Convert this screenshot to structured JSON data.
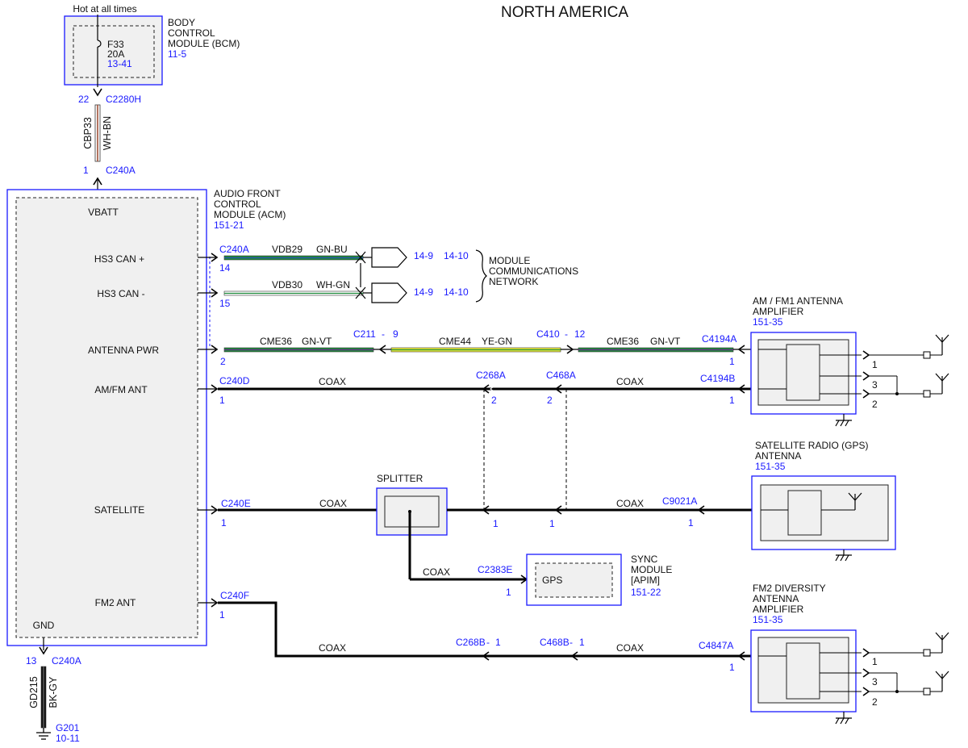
{
  "header": {
    "title": "NORTH AMERICA"
  },
  "bcm": {
    "supply": "Hot at all times",
    "name_lines": [
      "BODY",
      "CONTROL",
      "MODULE (BCM)"
    ],
    "ref": "11-5",
    "fuse": "F33",
    "fuse_rating": "20A",
    "fuse_ref": "13-41",
    "pin": "22",
    "connector": "C2280H"
  },
  "vbatt_wire": {
    "circuit": "CBP33",
    "color": "WH-BN",
    "pin": "1",
    "connector": "C240A"
  },
  "acm": {
    "name_lines": [
      "AUDIO FRONT",
      "CONTROL",
      "MODULE (ACM)"
    ],
    "ref": "151-21",
    "pins": {
      "vbatt": "VBATT",
      "hs3_can_plus": "HS3 CAN +",
      "hs3_can_minus": "HS3 CAN -",
      "antenna_pwr": "ANTENNA PWR",
      "am_fm_ant": "AM/FM ANT",
      "satellite": "SATELLITE",
      "fm2_ant": "FM2 ANT",
      "gnd": "GND"
    }
  },
  "can": {
    "connector": "C240A",
    "plus": {
      "pin": "14",
      "circuit": "VDB29",
      "color": "GN-BU",
      "ref1": "14-9",
      "ref2": "14-10"
    },
    "minus": {
      "pin": "15",
      "circuit": "VDB30",
      "color": "WH-GN",
      "ref1": "14-9",
      "ref2": "14-10"
    },
    "network_lines": [
      "MODULE",
      "COMMUNICATIONS",
      "NETWORK"
    ]
  },
  "antenna_pwr": {
    "pin": "2",
    "seg1_circuit": "CME36",
    "seg1_color": "GN-VT",
    "splice1": "C211",
    "splice1_pin": "9",
    "seg2_circuit": "CME44",
    "seg2_color": "YE-GN",
    "splice2": "C410",
    "splice2_pin": "12",
    "seg3_circuit": "CME36",
    "seg3_color": "GN-VT",
    "end_connector": "C4194A",
    "end_pin": "1",
    "dash": "-"
  },
  "amfm": {
    "connector": "C240D",
    "pin": "1",
    "cable": "COAX",
    "inline1": "C268A",
    "inline1_pin": "2",
    "inline2": "C468A",
    "inline2_pin": "2",
    "cable2": "COAX",
    "end_connector": "C4194B",
    "end_pin": "1"
  },
  "am_fm1_amp": {
    "name_lines": [
      "AM / FM1 ANTENNA",
      "AMPLIFIER"
    ],
    "ref": "151-35",
    "pin_labels": [
      "1",
      "3",
      "2"
    ]
  },
  "satellite": {
    "connector": "C240E",
    "pin": "1",
    "cable": "COAX",
    "splitter": "SPLITTER",
    "inline1_pin": "1",
    "inline2_pin": "1",
    "cable2": "COAX",
    "end_connector": "C9021A",
    "end_pin": "1"
  },
  "sat_antenna": {
    "name_lines": [
      "SATELLITE RADIO (GPS)",
      "ANTENNA"
    ],
    "ref": "151-35"
  },
  "gps": {
    "cable": "COAX",
    "connector": "C2383E",
    "pin": "1",
    "label": "GPS",
    "module_lines": [
      "SYNC",
      "MODULE",
      "[APIM]"
    ],
    "ref": "151-22"
  },
  "fm2": {
    "connector": "C240F",
    "pin": "1",
    "cable": "COAX",
    "inline1": "C268B",
    "inline1_pin": "1",
    "inline2": "C468B",
    "inline2_pin": "1",
    "cable2": "COAX",
    "end_connector": "C4847A",
    "end_pin": "1",
    "dash": "-"
  },
  "fm2_amp": {
    "name_lines": [
      "FM2 DIVERSITY",
      "ANTENNA",
      "AMPLIFIER"
    ],
    "ref": "151-35",
    "pin_labels": [
      "1",
      "3",
      "2"
    ]
  },
  "ground": {
    "pin": "13",
    "connector": "C240A",
    "circuit": "GD215",
    "color": "BK-GY",
    "point": "G201",
    "ref": "10-11"
  }
}
